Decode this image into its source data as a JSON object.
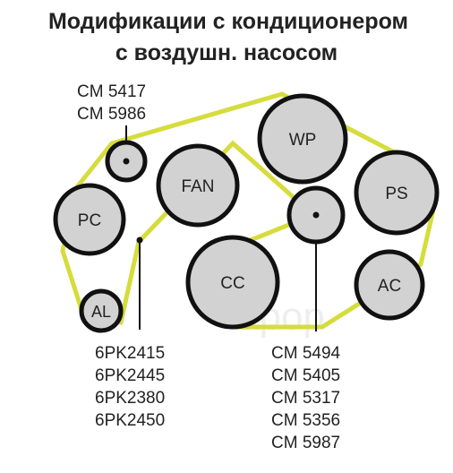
{
  "title": {
    "line1": "Модификации с кондиционером",
    "line2": "с воздушн. насосом"
  },
  "pulleys": {
    "pc": "PC",
    "al": "AL",
    "fan": "FAN",
    "wp": "WP",
    "ps": "PS",
    "cc": "CC",
    "ac": "AC"
  },
  "labels": {
    "idler_top": [
      "CM 5417",
      "CM 5986"
    ],
    "belt": [
      "6PK2415",
      "6PK2445",
      "6PK2380",
      "6PK2450"
    ],
    "idler_mid": [
      "CM 5494",
      "CM 5405",
      "CM 5317",
      "CM 5356",
      "CM 5987"
    ]
  },
  "watermark": "apop",
  "colors": {
    "belt": "#d6dc3c",
    "pulley_fill": "#d2d2d2",
    "stroke": "#111111",
    "text": "#222222"
  }
}
